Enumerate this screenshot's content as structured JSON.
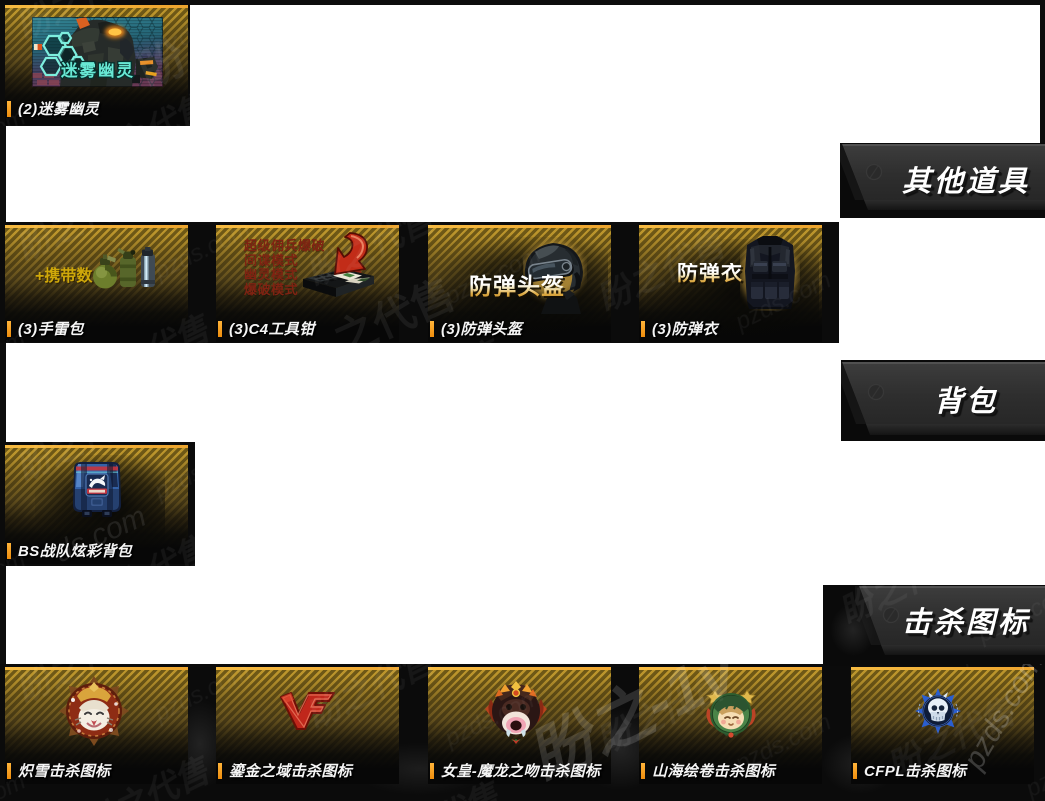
{
  "page": {
    "background": "#ffffff",
    "strip_color": "#0b0b0b",
    "gold_accent": "#f4b83f",
    "label_bar_color": "#f49a14",
    "banner_face_color": "#2f2f2f"
  },
  "watermark": {
    "brand": "盼之代售",
    "site": "pzds.com",
    "corner": "盼之-1v",
    "partials": [
      "盼",
      "之代售",
      "ds.com"
    ]
  },
  "lead_row": {
    "items": [
      {
        "label": "(2)迷雾幽灵",
        "icon": "mist-ghost-card",
        "art_title": "迷雾幽灵"
      }
    ]
  },
  "sections": [
    {
      "title": "其他道具",
      "items": [
        {
          "label": "(3)手雷包",
          "icon": "grenade-pack",
          "overlay_text": "+携带数"
        },
        {
          "label": "(3)C4工具钳",
          "icon": "c4-pliers",
          "overlay_lines": [
            "超级佣兵爆破",
            "间谍模式",
            "幽灵模式",
            "爆破模式"
          ]
        },
        {
          "label": "(3)防弹头盔",
          "icon": "helmet",
          "overlay_text": "防弹头盔"
        },
        {
          "label": "(3)防弹衣",
          "icon": "vest",
          "overlay_text": "防弹衣"
        }
      ]
    },
    {
      "title": "背包",
      "items": [
        {
          "label": "BS战队炫彩背包",
          "icon": "bs-backpack"
        }
      ]
    },
    {
      "title": "击杀图标",
      "items": [
        {
          "label": "炽雪击杀图标",
          "icon": "badge-blazing-snow"
        },
        {
          "label": "鎏金之域击杀图标",
          "icon": "badge-gilded-domain"
        },
        {
          "label": "女皇-魔龙之吻击杀图标",
          "icon": "badge-empress-dragon-kiss"
        },
        {
          "label": "山海绘卷击杀图标",
          "icon": "badge-mountain-sea-scroll"
        },
        {
          "label": "CFPL击杀图标",
          "icon": "badge-cfpl"
        }
      ]
    }
  ]
}
